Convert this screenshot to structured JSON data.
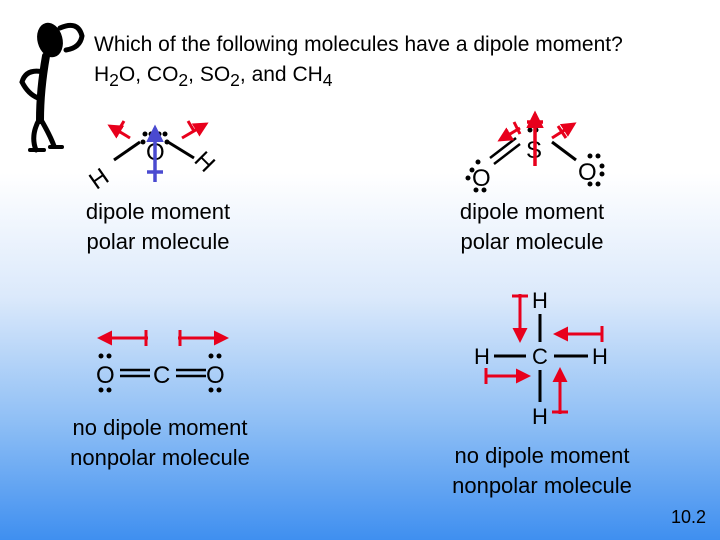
{
  "question": {
    "line1": "Which of the following molecules have a dipole moment?",
    "line2_prefix": "H",
    "line2_sub1": "2",
    "line2_mid1": "O, CO",
    "line2_sub2": "2",
    "line2_mid2": ", SO",
    "line2_sub3": "2",
    "line2_mid3": ", and CH",
    "line2_sub4": "4"
  },
  "molecules": {
    "h2o": {
      "atoms": {
        "o": "O",
        "h_left": "H",
        "h_right": "H"
      },
      "caption1": "dipole moment",
      "caption2": "polar molecule"
    },
    "so2": {
      "atoms": {
        "s": "S",
        "o_left": "O",
        "o_right": "O"
      },
      "caption1": "dipole moment",
      "caption2": "polar molecule"
    },
    "co2": {
      "atoms": {
        "o_left": "O",
        "c": "C",
        "o_right": "O"
      },
      "caption1": "no dipole moment",
      "caption2": "nonpolar molecule"
    },
    "ch4": {
      "atoms": {
        "h_top": "H",
        "h_left": "H",
        "c": "C",
        "h_right": "H",
        "h_bottom": "H"
      },
      "caption1": "no dipole moment",
      "caption2": "nonpolar molecule"
    }
  },
  "colors": {
    "dipole_arrow": "#e8001c",
    "net_dipole": "#4a4ad0",
    "bond": "#000000"
  },
  "slide_number": "10.2"
}
